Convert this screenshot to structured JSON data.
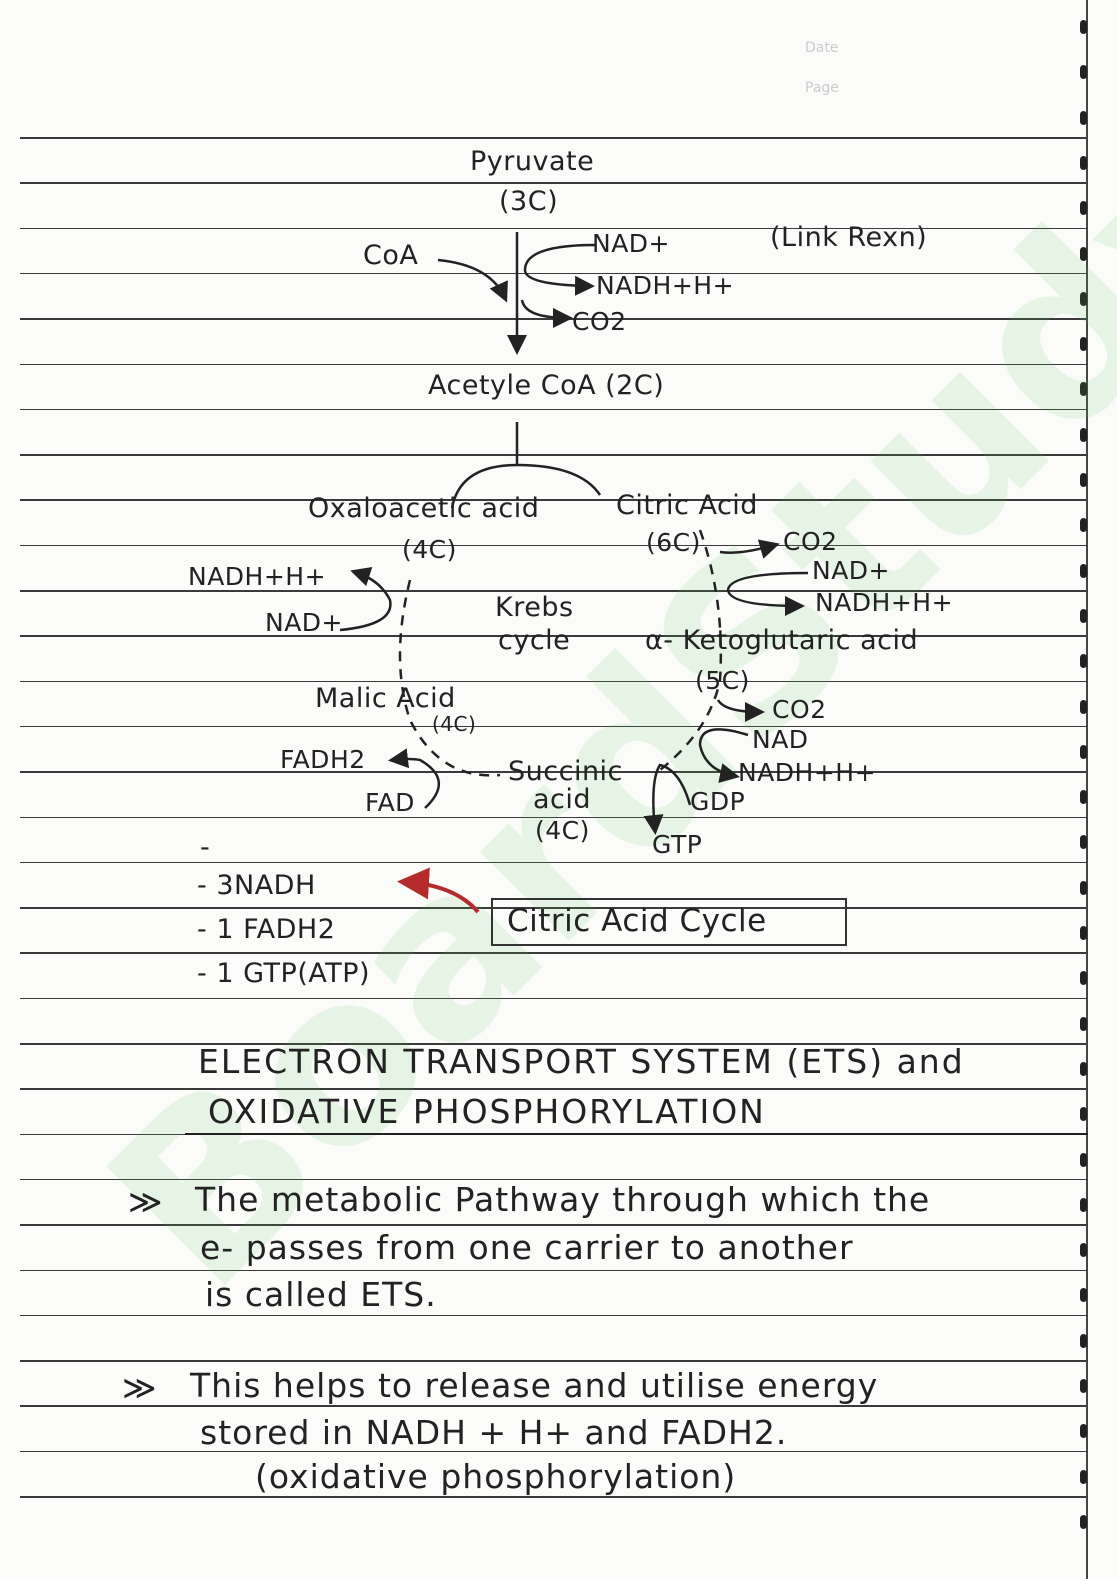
{
  "header": {
    "date_label": "Date",
    "page_label": "Page"
  },
  "watermark": "BoardStudy",
  "diagram": {
    "pyruvate": "Pyruvate",
    "pyruvate_carbons": "(3C)",
    "coa": "CoA",
    "nad_plus_1": "NAD+",
    "nadh_1": "NADH+H+",
    "co2_1": "CO2",
    "link_reaction": "(Link Rexn)",
    "acetyl_coa": "Acetyle CoA (2C)",
    "oxaloacetic": "Oxaloacetic acid",
    "oxaloacetic_carbons": "(4C)",
    "citric": "Citric Acid",
    "citric_carbons": "(6C)",
    "co2_2": "CO2",
    "nad_plus_2": "NAD+",
    "nadh_2": "NADH+H+",
    "krebs": "Krebs",
    "cycle": "cycle",
    "ketoglutaric": "α- Ketoglutaric acid",
    "ketoglutaric_carbons": "(5C)",
    "co2_3": "CO2",
    "nad_3": "NAD",
    "nadh_3": "NADH+H+",
    "gdp": "GDP",
    "gtp": "GTP",
    "succinic": "Succinic",
    "succinic_acid": "acid",
    "succinic_carbons": "(4C)",
    "fadh2": "FADH2",
    "fad": "FAD",
    "malic": "Malic Acid",
    "malic_carbons": "(4C)",
    "nadh_4": "NADH+H+",
    "nad_plus_4": "NAD+"
  },
  "summary": {
    "dash": "-",
    "items": [
      "- 3NADH",
      "- 1 FADH2",
      "- 1 GTP(ATP)"
    ],
    "boxed_label": "Citric Acid Cycle",
    "arrow_color": "#b52a2a"
  },
  "section": {
    "title_line1": "ELECTRON TRANSPORT SYSTEM (ETS) and",
    "title_line2": "OXIDATIVE PHOSPHORYLATION"
  },
  "notes": [
    {
      "bullet": "≫",
      "lines": [
        "The metabolic Pathway through which the",
        "e- passes from one carrier to another",
        "is called ETS."
      ]
    },
    {
      "bullet": "≫",
      "lines": [
        "This helps to release and utilise energy",
        "stored in NADH + H+ and FADH2.",
        "(oxidative phosphorylation)"
      ]
    }
  ]
}
